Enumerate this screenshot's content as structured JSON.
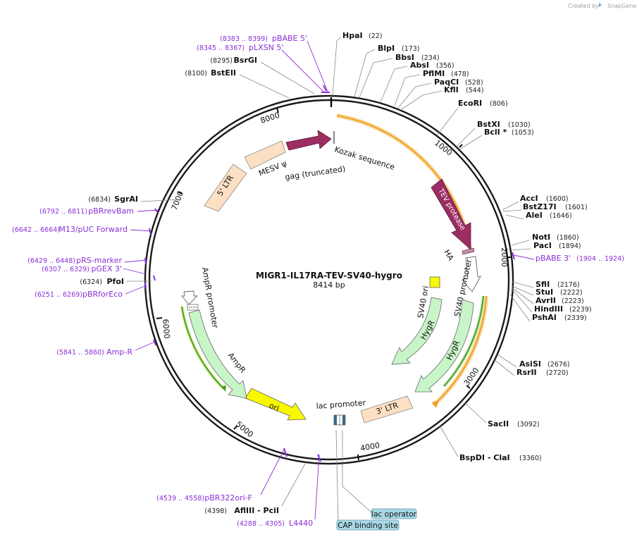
{
  "app": {
    "credit_prefix": "Created by",
    "credit_brand": "SnapGene"
  },
  "plasmid": {
    "name": "MIGR1-IL17RA-TEV-SV40-hygro",
    "length_label": "8414 bp"
  },
  "ticks": [
    "1000",
    "2000",
    "3000",
    "4000",
    "5000",
    "6000",
    "7000",
    "8000"
  ],
  "right_sites": [
    {
      "name": "HpaI",
      "pos": "(22)"
    },
    {
      "name": "BlpI",
      "pos": "(173)"
    },
    {
      "name": "BbsI",
      "pos": "(234)"
    },
    {
      "name": "AbsI",
      "pos": "(356)"
    },
    {
      "name": "PflMI",
      "pos": "(478)"
    },
    {
      "name": "PaqCI",
      "pos": "(528)"
    },
    {
      "name": "KflI",
      "pos": "(544)"
    },
    {
      "name": "EcoRI",
      "pos": "(806)"
    },
    {
      "name": "BstXI",
      "pos": "(1030)"
    },
    {
      "name": "BclI *",
      "pos": "(1053)"
    },
    {
      "name": "AccI",
      "pos": "(1600)"
    },
    {
      "name": "BstZ17I",
      "pos": "(1601)"
    },
    {
      "name": "AleI",
      "pos": "(1646)"
    },
    {
      "name": "NotI",
      "pos": "(1860)"
    },
    {
      "name": "PacI",
      "pos": "(1894)"
    },
    {
      "name": "SfiI",
      "pos": "(2176)"
    },
    {
      "name": "StuI",
      "pos": "(2222)"
    },
    {
      "name": "AvrII",
      "pos": "(2223)"
    },
    {
      "name": "HindIII",
      "pos": "(2239)"
    },
    {
      "name": "PshAI",
      "pos": "(2339)"
    },
    {
      "name": "AsiSI",
      "pos": "(2676)"
    },
    {
      "name": "RsrII",
      "pos": "(2720)"
    },
    {
      "name": "SacII",
      "pos": "(3092)"
    },
    {
      "name": "BspDI - ClaI",
      "pos": "(3360)"
    }
  ],
  "left_sites": [
    {
      "name": "BsrGI",
      "pos": "(8295)"
    },
    {
      "name": "BstEII",
      "pos": "(8100)"
    },
    {
      "name": "SgrAI",
      "pos": "(6834)"
    },
    {
      "name": "PfoI",
      "pos": "(6324)"
    },
    {
      "name": "AflIII - PciI",
      "pos": "(4398)"
    }
  ],
  "primers": [
    {
      "name": "pBABE 5'",
      "pos": "(8383 .. 8399)"
    },
    {
      "name": "pLXSN 5'",
      "pos": "(8345 .. 8367)"
    },
    {
      "name": "pBABE 3'",
      "pos": "(1904 .. 1924)"
    },
    {
      "name": "pBRrevBam",
      "pos": "(6792 .. 6811)"
    },
    {
      "name": "M13/pUC Forward",
      "pos": "(6642 .. 6664)"
    },
    {
      "name": "pRS-marker",
      "pos": "(6429 .. 6448)"
    },
    {
      "name": "pGEX 3'",
      "pos": "(6307 .. 6329)"
    },
    {
      "name": "pBRforEco",
      "pos": "(6251 .. 6269)"
    },
    {
      "name": "Amp-R",
      "pos": "(5841 .. 5860)"
    },
    {
      "name": "pBR322ori-F",
      "pos": "(4539 .. 4558)"
    },
    {
      "name": "L4440",
      "pos": "(4288 .. 4305)"
    }
  ],
  "features": {
    "ltr5": "5' LTR",
    "mesv": "MESV ψ",
    "gag": "gag (truncated)",
    "kozak": "Kozak sequence",
    "tev": "TEV protease",
    "ha": "HA",
    "sv40_promoter": "SV40 promoter",
    "sv40_ori": "SV40 ori",
    "hygr_inner": "HygR",
    "hygr_outer": "HygR",
    "ltr3": "3' LTR",
    "lac_promoter": "lac promoter",
    "ori": "ori",
    "ampr": "AmpR",
    "ampr_promoter": "AmpR promoter"
  },
  "boxed_features": {
    "lac_operator": "lac operator",
    "cap_site": "CAP binding site"
  },
  "colors": {
    "backbone": "#1a1a1a",
    "ltr": "#fde0c4",
    "maroon": "#9b2d62",
    "hygr": "#c8f5c8",
    "ori": "#f8f800",
    "primer": "#8b2fd6",
    "orf_orange": "#f0a020",
    "orf_green": "#48a028",
    "box_fill": "#a8d8e8"
  }
}
